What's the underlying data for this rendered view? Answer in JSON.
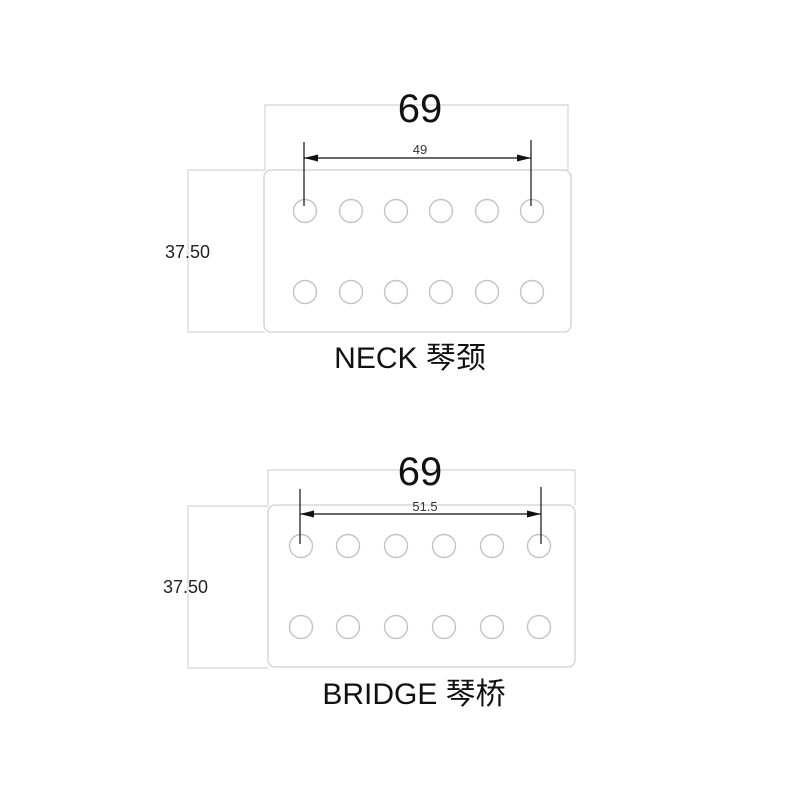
{
  "pickups": [
    {
      "id": "neck",
      "width_label": "69",
      "pole_spacing_label": "49",
      "height_label": "37.50",
      "name_label": "NECK 琴颈",
      "pole_rows": 2,
      "poles_per_row": 6
    },
    {
      "id": "bridge",
      "width_label": "69",
      "pole_spacing_label": "51.5",
      "height_label": "37.50",
      "name_label": "BRIDGE 琴桥",
      "pole_rows": 2,
      "poles_per_row": 6
    }
  ],
  "colors": {
    "outline": "#d4d4d4",
    "ink": "#111111"
  }
}
